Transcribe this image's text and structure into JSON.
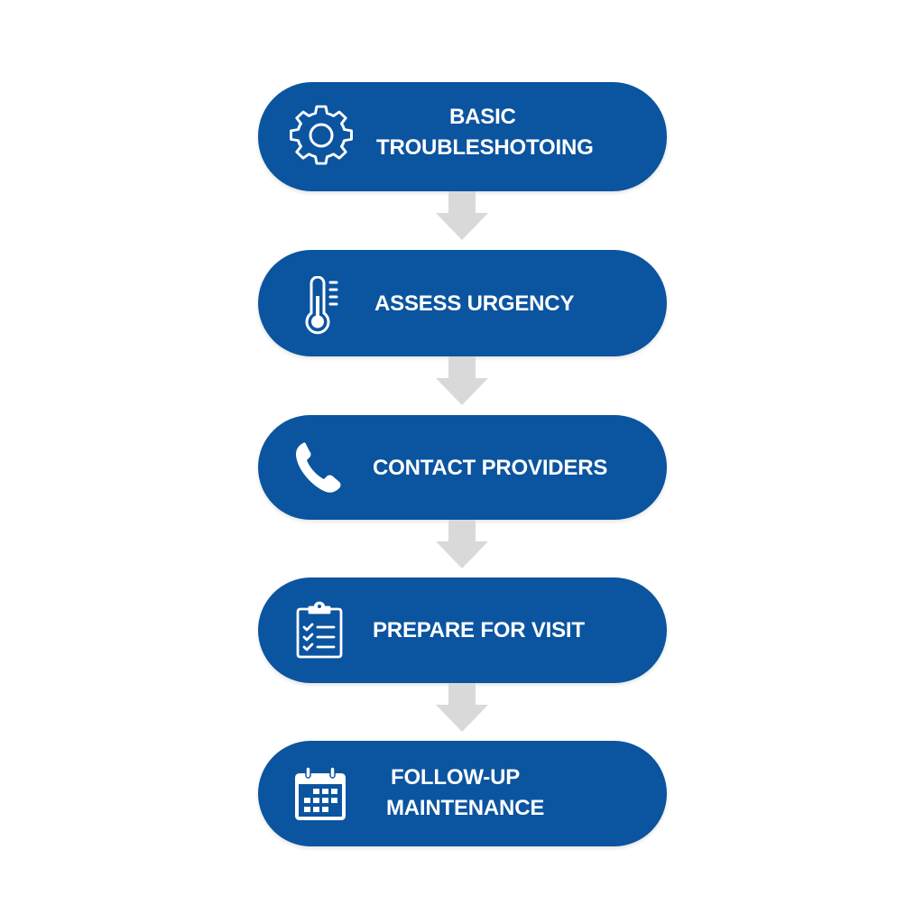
{
  "diagram": {
    "type": "vertical-flowchart",
    "colors": {
      "box_fill": "#0B54A0",
      "box_text": "#FFFFFF",
      "arrow": "#D9D9D9",
      "background": "#FFFFFF"
    },
    "steps": [
      {
        "icon": "gear-icon",
        "label_line1": "BASIC",
        "label_line2": "TROUBLESHOTOING"
      },
      {
        "icon": "thermometer-icon",
        "label_line1": "ASSESS URGENCY"
      },
      {
        "icon": "phone-icon",
        "label_line1": "CONTACT PROVIDERS"
      },
      {
        "icon": "clipboard-checklist-icon",
        "label_line1": "PREPARE FOR VISIT"
      },
      {
        "icon": "calendar-icon",
        "label_line1": "FOLLOW-UP",
        "label_line2": "MAINTENANCE"
      }
    ],
    "connectors": [
      {
        "from": 0,
        "to": 1,
        "icon": "arrow-down-icon"
      },
      {
        "from": 1,
        "to": 2,
        "icon": "arrow-down-icon"
      },
      {
        "from": 2,
        "to": 3,
        "icon": "arrow-down-icon"
      },
      {
        "from": 3,
        "to": 4,
        "icon": "arrow-down-icon"
      }
    ]
  }
}
